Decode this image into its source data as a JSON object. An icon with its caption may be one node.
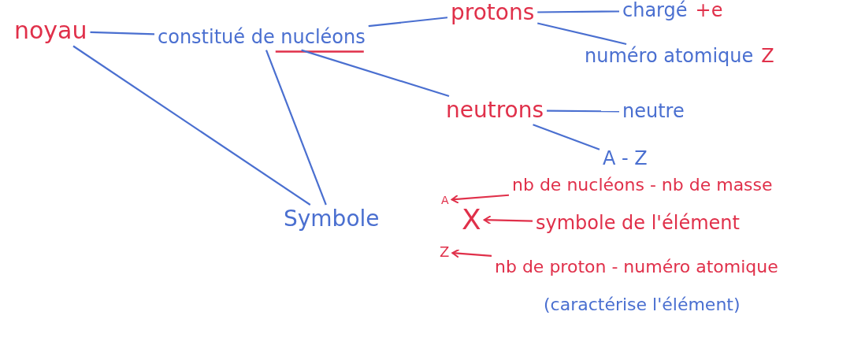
{
  "diagram": {
    "nodes": [
      {
        "text": [
          "noyau"
        ]
      },
      {
        "text": [
          "constitué de nucléons"
        ]
      },
      {
        "text": [
          "protons"
        ]
      },
      {
        "text": [
          "chargé",
          "+e"
        ]
      },
      {
        "text": [
          "numéro atomique",
          "Z"
        ]
      },
      {
        "text": [
          "neutrons"
        ]
      },
      {
        "text": [
          "neutre"
        ]
      },
      {
        "text": [
          "A - Z"
        ]
      },
      {
        "text": [
          "Symbole"
        ]
      },
      {
        "text": [
          "A"
        ]
      },
      {
        "text": [
          "X"
        ]
      },
      {
        "text": [
          "Z"
        ]
      },
      {
        "text": [
          "nb de nucléons - nb de masse"
        ]
      },
      {
        "text": [
          "symbole de l'élément"
        ]
      },
      {
        "text": [
          "nb de proton - numéro atomique"
        ],
        "beside": [
          "(caractérise l'élément)"
        ]
      }
    ],
    "edges": [
      {
        "from": 0,
        "to": 1,
        "arrow": "none"
      },
      {
        "from": 1,
        "to": 2,
        "arrow": "none"
      },
      {
        "from": 2,
        "to": 3,
        "arrow": "none"
      },
      {
        "from": 2,
        "to": 4,
        "arrow": "none"
      },
      {
        "from": 1,
        "to": 5,
        "arrow": "none"
      },
      {
        "from": 5,
        "to": 6,
        "arrow": "none"
      },
      {
        "from": 5,
        "to": 7,
        "arrow": "none"
      },
      {
        "from": 1,
        "to": 8,
        "arrow": "none"
      },
      {
        "from": 0,
        "to": 8,
        "arrow": "none"
      },
      {
        "from": 12,
        "to": 9,
        "arrow": "to",
        "color": "#e0304a"
      },
      {
        "from": 13,
        "to": 10,
        "arrow": "to",
        "color": "#e0304a"
      },
      {
        "from": 14,
        "to": 11,
        "arrow": "to",
        "color": "#e0304a"
      }
    ]
  }
}
